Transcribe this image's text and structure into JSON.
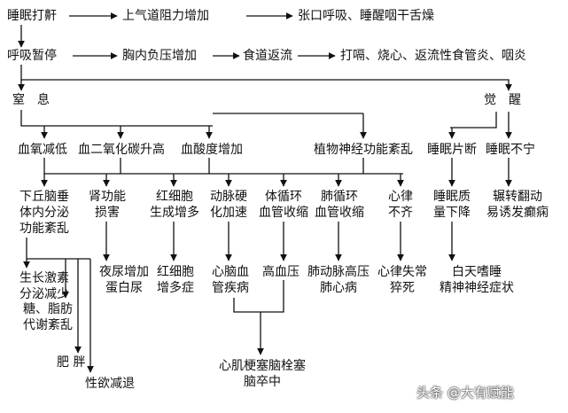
{
  "nodes": {
    "sleep_snore": "睡眠打鼾",
    "airway_resistance": "上气道阻力增加",
    "mouth_open": "张口呼吸、睡醒咽干舌燥",
    "apnea": "呼吸暂停",
    "chest_pressure": "胸内负压增加",
    "reflux": "食道返流",
    "reflux_symptoms": "打嗝、烧心、返流性食管炎、咽炎",
    "suffocate": "窒　息",
    "awaken": "觉　醒",
    "hypoxemia": "血氧减低",
    "co2_rise": "血二氧化碳升高",
    "acidosis": "血酸度增加",
    "autonomic": "植物神经功能紊乱",
    "sleep_fragment": "睡眠片断",
    "sleep_restless": "睡眠不宁",
    "hypothalamus": "下丘脑垂\n体内分泌\n功能紊乱",
    "renal": "肾功能\n损害",
    "rbc": "红细胞\n生成增多",
    "atherosclerosis": "动脉硬\n化加速",
    "circulation": "体循环\n血管收缩",
    "pulmonary_circ": "肺循环\n血管收缩",
    "arrhythmia": "心律\n不齐",
    "sleep_quality": "睡眠质\n量下降",
    "tossing": "辗转翻动\n易诱发癫痫",
    "gh_decrease": "生长激素\n分泌减少",
    "metabolism": "糖、脂肪\n代谢紊乱",
    "obesity": "肥 胖",
    "libido": "性欲减退",
    "nocturia": "夜尿增加\n蛋白尿",
    "polycythemia": "红细胞\n增多症",
    "cardio_cerebro": "心脑血\n管疾病",
    "hypertension": "高血压",
    "pulm_hypertension": "肺动脉高压\n肺心病",
    "sudden_death": "心律失常\n猝死",
    "daytime_sleepy": "白天嗜睡\n精神神经症状",
    "mi_stroke": "心肌梗塞脑栓塞\n脑卒中"
  },
  "watermark": "头条 @大有赋能"
}
